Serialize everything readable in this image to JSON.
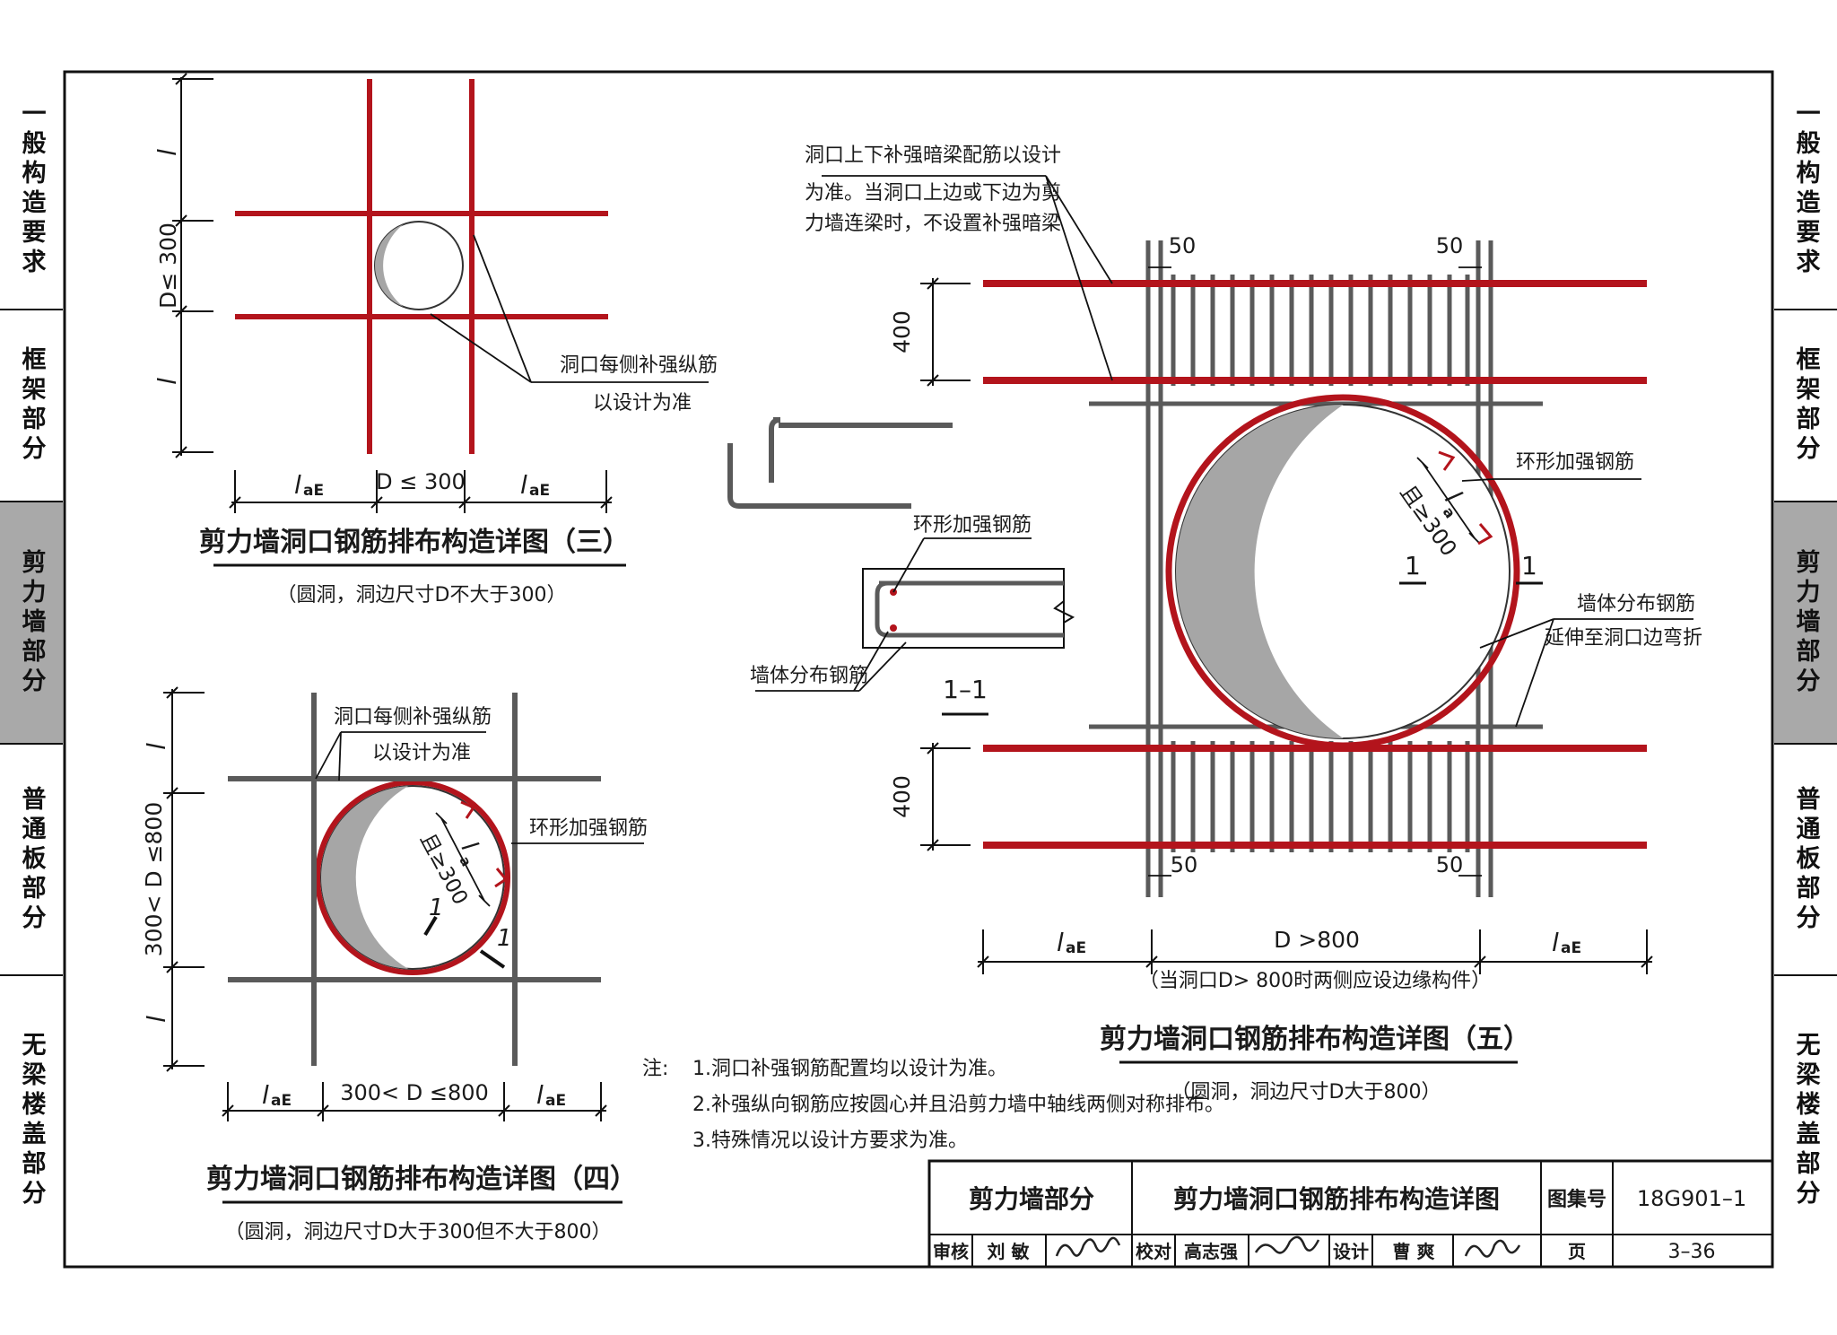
{
  "side_tabs": [
    "一般构造要求",
    "框架部分",
    "剪力墙部分",
    "普通板部分",
    "无梁楼盖部分"
  ],
  "active_tab": 2,
  "fig3": {
    "title": "剪力墙洞口钢筋排布构造详图（三）",
    "subtitle": "（圆洞，洞边尺寸D不大于300）",
    "dim_mid": "D ≤ 300",
    "dim_side": "l",
    "dim_side_sub": "aE",
    "vert_mid": "D≤ 300",
    "callout_line1": "洞口每侧补强纵筋",
    "callout_line2": "以设计为准"
  },
  "fig4": {
    "title": "剪力墙洞口钢筋排布构造详图（四）",
    "subtitle": "（圆洞，洞边尺寸D大于300但不大于800）",
    "dim_mid": "300< D ≤800",
    "vert_mid": "300< D ≤800",
    "callout_line1": "洞口每侧补强纵筋",
    "callout_line2": "以设计为准",
    "ring_label": "环形加强钢筋",
    "la_label": "l",
    "la_sub": "a",
    "la_cond": "且≥300",
    "section_mark": "1"
  },
  "fig5": {
    "title": "剪力墙洞口钢筋排布构造详图（五）",
    "subtitle": "（圆洞，洞边尺寸D大于800）",
    "callout_top_1": "洞口上下补强暗梁配筋以设计",
    "callout_top_2": "为准。当洞口上边或下边为剪",
    "callout_top_3": "力墙连梁时，不设置补强暗梁",
    "ring_label": "环形加强钢筋",
    "wall_label_1": "墙体分布钢筋",
    "wall_label_2": "延伸至洞口边弯折",
    "dim_50": "50",
    "dim_400": "400",
    "dim_mid": "D >800",
    "dim_note": "（当洞口D> 800时两侧应设边缘构件）",
    "la_label": "l",
    "la_sub": "a",
    "la_cond": "且≥300",
    "section_mark": "1"
  },
  "section": {
    "title": "1–1",
    "ring_label": "环形加强钢筋",
    "wall_label": "墙体分布钢筋"
  },
  "notes": {
    "prefix": "注:",
    "items": [
      "1.洞口补强钢筋配置均以设计为准。",
      "2.补强纵向钢筋应按圆心并且沿剪力墙中轴线两侧对称排布。",
      "3.特殊情况以设计方要求为准。"
    ]
  },
  "title_block": {
    "section": "剪力墙部分",
    "drawing_title": "剪力墙洞口钢筋排布构造详图",
    "atlas_label": "图集号",
    "atlas_no": "18G901–1",
    "review_label": "审核",
    "reviewer": "刘 敏",
    "check_label": "校对",
    "checker": "高志强",
    "design_label": "设计",
    "designer": "曹 爽",
    "page_label": "页",
    "page_no": "3–36"
  },
  "colors": {
    "rebar_red": "#b3141c",
    "rebar_gray": "#5a5a5a",
    "hole_gray": "#a6a6a6",
    "tab_active": "#a9a9a9"
  }
}
